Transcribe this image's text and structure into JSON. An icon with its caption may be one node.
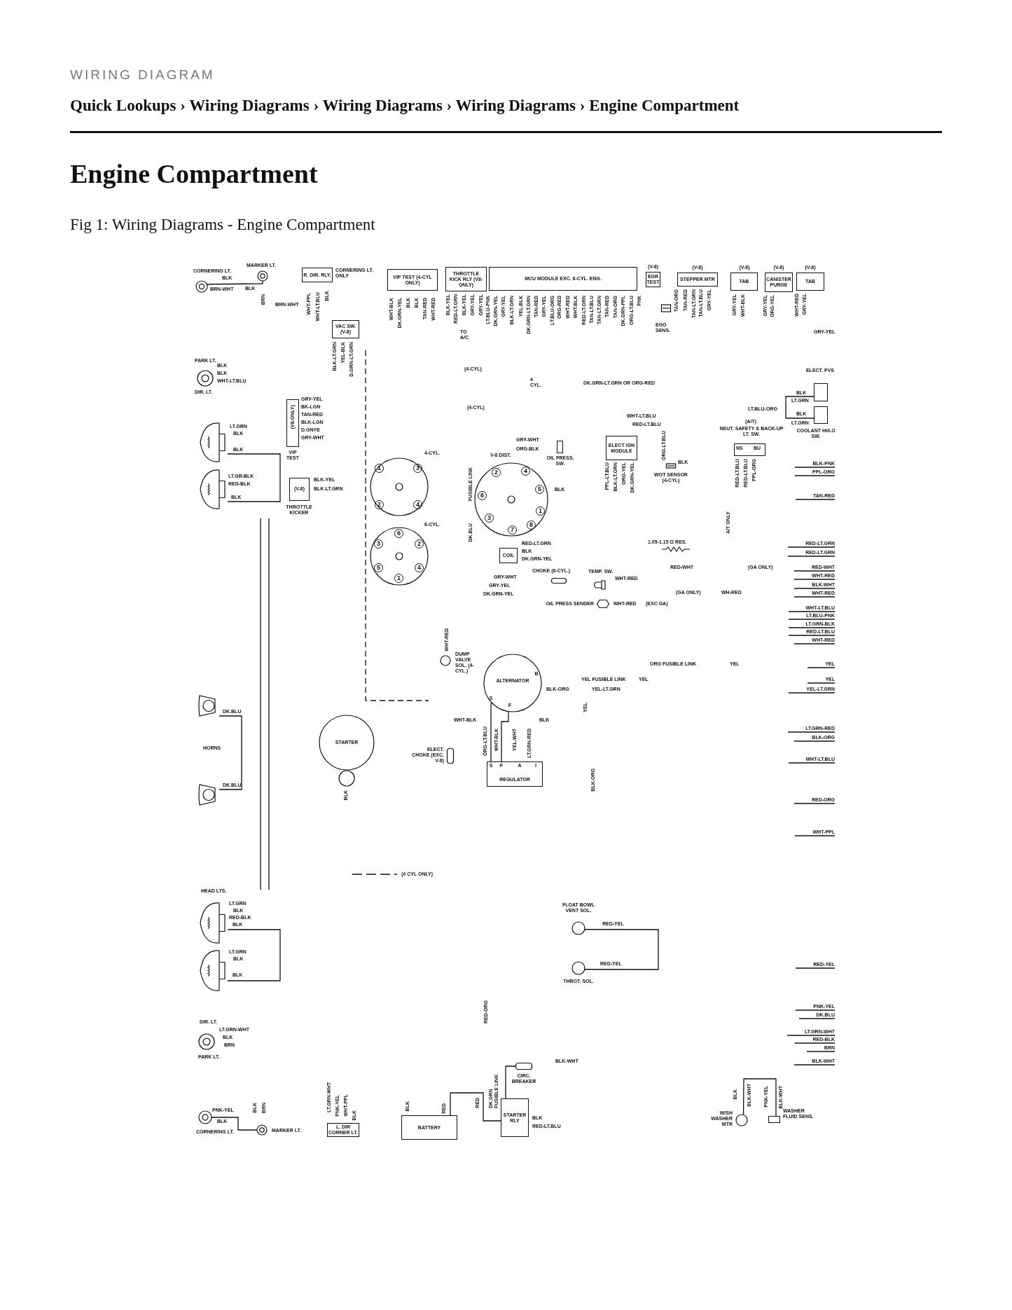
{
  "diagram": {
    "title": "Engine Compartment",
    "caption": "Fig 1: Wiring Diagrams - Engine Compartment",
    "nodes": [
      {
        "text": [
          "CORNERING LT."
        ]
      },
      {
        "text": [
          "MARKER LT."
        ]
      },
      {
        "text": [
          "R. DIR. RLY."
        ],
        "beside": [
          "CORNERING LT. ONLY"
        ]
      },
      {
        "text": [
          "VIP TEST (4-CYL ONLY)"
        ]
      },
      {
        "text": [
          "THROTTLE KICK RLY (V8-ONLY)"
        ]
      },
      {
        "text": [
          "MCU MODULE EXC. 6-CYL. ENG."
        ]
      },
      {
        "text": [
          "EGR TEST"
        ],
        "beside": [
          "(V-8)"
        ]
      },
      {
        "text": [
          "STEPPER MTR"
        ],
        "beside": [
          "(V-8)"
        ]
      },
      {
        "text": [
          "TAB"
        ],
        "beside": [
          "(V-8)"
        ]
      },
      {
        "text": [
          "CANISTER PURGE"
        ],
        "beside": [
          "(V-8)"
        ]
      },
      {
        "text": [
          "TAB"
        ],
        "beside": [
          "(V-8)"
        ]
      },
      {
        "text": [
          "VAC SW. (V-8)"
        ]
      },
      {
        "text": [
          "EGO SENS."
        ]
      },
      {
        "text": [
          "PARK LT.",
          "DIR. LT."
        ]
      },
      {
        "text": [
          "ELECT. PVS"
        ]
      },
      {
        "text": [
          "COOLANT HI/LO SW."
        ]
      },
      {
        "text": [
          "(V8-ONLY)",
          "VIP TEST"
        ]
      },
      {
        "text": [],
        "shape": "picture"
      },
      {
        "text": [],
        "shape": "picture"
      },
      {
        "text": [
          "OIL PRESS. SW."
        ]
      },
      {
        "text": [
          "ELECT IGN MODULE"
        ]
      },
      {
        "text": [
          "NEUT. SAFETY & BACK-UP LT. SW.",
          "NS",
          "BU"
        ],
        "beside": [
          "(A/T)"
        ]
      },
      {
        "text": [
          "(V-8)",
          "THROTTLE KICKER"
        ]
      },
      {
        "text": [
          "WOT SENSOR (4-CYL)"
        ]
      },
      {
        "text": [
          "1",
          "3",
          "2",
          "4"
        ],
        "beside": [
          "4-CYL."
        ]
      },
      {
        "text": [
          "6",
          "3",
          "2",
          "5",
          "4",
          "1"
        ],
        "beside": [
          "6-CYL."
        ]
      },
      {
        "text": [
          "2",
          "4",
          "6",
          "5",
          "3",
          "1",
          "7",
          "8"
        ],
        "beside": [
          "V-8 DIST."
        ]
      },
      {
        "text": [
          "COIL"
        ]
      },
      {
        "text": [
          "CHOKE (8-CYL.)"
        ]
      },
      {
        "text": [
          "TEMP. SW."
        ]
      },
      {
        "text": [
          "OIL PRESS SENDER"
        ]
      },
      {
        "text": [
          "DUMP VALVE SOL. (4-CYL.)"
        ]
      },
      {
        "text": [
          "ALTERNATOR",
          "S",
          "F",
          "B"
        ]
      },
      {
        "text": [
          "S",
          "F",
          "A",
          "I",
          "REGULATOR"
        ]
      },
      {
        "text": [
          "STARTER"
        ]
      },
      {
        "text": [
          "ELECT. CHOKE (EXC. V-8)"
        ]
      },
      {
        "text": [],
        "shape": "picture"
      },
      {
        "text": [],
        "shape": "picture"
      },
      {
        "text": [
          "FLOAT BOWL VENT SOL."
        ]
      },
      {
        "text": [
          "THROT. SOL."
        ]
      },
      {
        "text": [],
        "shape": "picture"
      },
      {
        "text": [],
        "shape": "picture"
      },
      {
        "text": [
          "DIR. LT.",
          "PARK LT."
        ]
      },
      {
        "text": [
          "CORNERING LT."
        ]
      },
      {
        "text": [
          "MARKER LT."
        ]
      },
      {
        "text": [
          "L. DIR CORNER LT."
        ]
      },
      {
        "text": [
          "BATTERY"
        ]
      },
      {
        "text": [
          "STARTER RLY"
        ]
      },
      {
        "text": [
          "CIRC. BREAKER"
        ]
      },
      {
        "text": [
          "W/SH WASHER MTR"
        ]
      },
      {
        "text": [
          "WASHER FLUID SENS."
        ]
      }
    ],
    "edges": [
      {
        "from": 0,
        "to": 1,
        "arrow": "none"
      },
      {
        "from": 17,
        "to": 18,
        "arrow": "none"
      },
      {
        "from": 36,
        "to": 37,
        "arrow": "none"
      },
      {
        "from": 14,
        "to": 15,
        "arrow": "none"
      },
      {
        "from": 32,
        "to": 33,
        "arrow": "none"
      },
      {
        "from": 32,
        "to": 33,
        "arrow": "none"
      },
      {
        "from": 46,
        "to": 47,
        "arrow": "none"
      },
      {
        "from": 48,
        "to": 47,
        "arrow": "none"
      },
      {
        "from": 38,
        "to": 39,
        "arrow": "none"
      },
      {
        "from": 49,
        "to": 50,
        "arrow": "none"
      },
      {
        "from": 43,
        "to": 44,
        "arrow": "none"
      },
      {
        "from": 40,
        "to": 41,
        "arrow": "none"
      }
    ],
    "labels": [
      "WIRING DIAGRAM",
      "Quick Lookups › Wiring Diagrams › Wiring Diagrams › Wiring Diagrams › Engine Compartment",
      "BLK",
      "BRN-WHT",
      "BLK",
      "BRN",
      "BRN-WHT",
      "WHT-PPL",
      "WHT-LT.BLU",
      "BLK",
      "WHT-BLK",
      "DK.GRN-YEL",
      "BLK",
      "BLK",
      "TAN-RED",
      "WHT-RED",
      "BLK-YEL",
      "RED-LT.GRN",
      "BLK-YEL",
      "GRY-YEL",
      "GRY-YEL",
      "TO A/C",
      "LT.BLU-PNK",
      "DK.GRN-YEL",
      "GRY-YEL",
      "BLK-LT.GRN",
      "YEL-BLK",
      "DK.GRN-LT.GRN",
      "TAN-RED",
      "GRY-YEL",
      "LT.BLU-ORG",
      "ORG-RED",
      "WHT-RED",
      "WHT-BLK",
      "RED-LT.GRN",
      "TAN-LT.BLU",
      "TAN-LT.GRN",
      "TAN-RED",
      "TAN-ORG",
      "DK.GRN-PPL",
      "ORG-LT.BLU",
      "PNK",
      "TAN-ORG",
      "TAN-RED",
      "TAN-LT.GRN",
      "TAN-LT.BLU",
      "GRY-YEL",
      "GRY-YEL",
      "WHT-BLK",
      "GRY-YEL",
      "ORG-YEL",
      "WHT-RED",
      "GRY-YEL",
      "GRY-YEL",
      "DK.GRN-LT.GRN OR ORG-RED",
      "4 CYL.",
      "(4-CYL)",
      "(4-CYL)",
      "BLK-LT.GRN",
      "YEL-BLK",
      "D.GRN-LT.GRN",
      "GRY-YEL",
      "BK-LGN",
      "TAN-RED",
      "BLK-LGN",
      "D.GNYE",
      "GRY-WHT",
      "BLK",
      "BLK",
      "WHT-LT.BLU",
      "LT.GRN",
      "BLK",
      "BLK",
      "LT.GR-BLK",
      "RED-BLK",
      "BLK",
      "BLK-YEL",
      "BLK-LT.GRN",
      "FUSIBLE LINK",
      "DK.BLU",
      "WHT-LT.BLU",
      "RED-LT.BLU",
      "ORG-LT.BLU",
      "BLK",
      "GRY-WHT",
      "ORG-BLK",
      "PPL-LT.BLU",
      "BLK-LT.GRN",
      "ORG-YEL",
      "DK.GRN-YEL",
      "BLK",
      "RED-LT.BLU",
      "RED-LT.BLU",
      "PPL-ORG",
      "BLK-PNK",
      "PPL-ORG",
      "TAN-RED",
      "BLK",
      "LT.GRN",
      "LT.BLU-ORG",
      "BLK",
      "LT.GRN",
      "A/T ONLY",
      "1.05-1.15 Ω RES.",
      "RED-LT.GRN",
      "RED-LT.GRN",
      "RED-LT.GRN",
      "BLK",
      "DK.GRN-YEL",
      "RED-WHT",
      "(GA ONLY)",
      "WHT-RED",
      "(GA ONLY)",
      "WH-RED",
      "WHT-RED",
      "(EXC GA)",
      "GRY-WHT",
      "GRY-YEL",
      "DK.GRN-YEL",
      "RED-WHT",
      "WHT-RED",
      "BLK-WHT",
      "WHT-RED",
      "WHT-LT.BLU",
      "LT.BLU-PNK",
      "LT.GRN-BLK",
      "RED-LT.BLU",
      "WHT-RED",
      "ORG FUSIBLE LINK",
      "YEL",
      "YEL",
      "YEL FUSIBLE LINK",
      "YEL",
      "YEL",
      "BLK-ORG",
      "YEL-LT.GRN",
      "YEL-LT.GRN",
      "YEL",
      "BLK",
      "LT.GRN-RED",
      "BLK-ORG",
      "BLK-ORG",
      "WHT-LT.BLU",
      "RED-ORG",
      "WHT-PPL",
      "WHT-RED",
      "HORNS",
      "DK.BLU",
      "DK.BLU",
      "WHT-BLK",
      "ORG-LT.BLU",
      "WHT-BLK",
      "YEL-WHT",
      "LT.GRN-RED",
      "BLK",
      "HEAD LTS.",
      "LT.GRN",
      "BLK",
      "RED-BLK",
      "BLK",
      "LT.GRN",
      "BLK",
      "BLK",
      "LT.GRN-WHT",
      "BLK",
      "BRN",
      "PNK-YEL",
      "BLK",
      "BLK",
      "BRN",
      "LT.GRN-WHT",
      "PNK-YEL",
      "WHT-PPL",
      "BLK",
      "BLK",
      "RED",
      "RED",
      "RED-ORG",
      "DK.GRN FUSIBLE LINK",
      "BLK",
      "RED-LT.BLU",
      "BLK-WHT",
      "RED-YEL",
      "RED-YEL",
      "RED-YEL",
      "PNK-YEL",
      "DK.BLU",
      "LT.GRN-WHT",
      "RED-BLK",
      "BRN",
      "BLK-WHT",
      "BLK",
      "BLK-WHT",
      "PNK-YEL",
      "BLK-WHT"
    ],
    "legend": [
      {
        "text": "(4 CYL ONLY)"
      }
    ]
  }
}
